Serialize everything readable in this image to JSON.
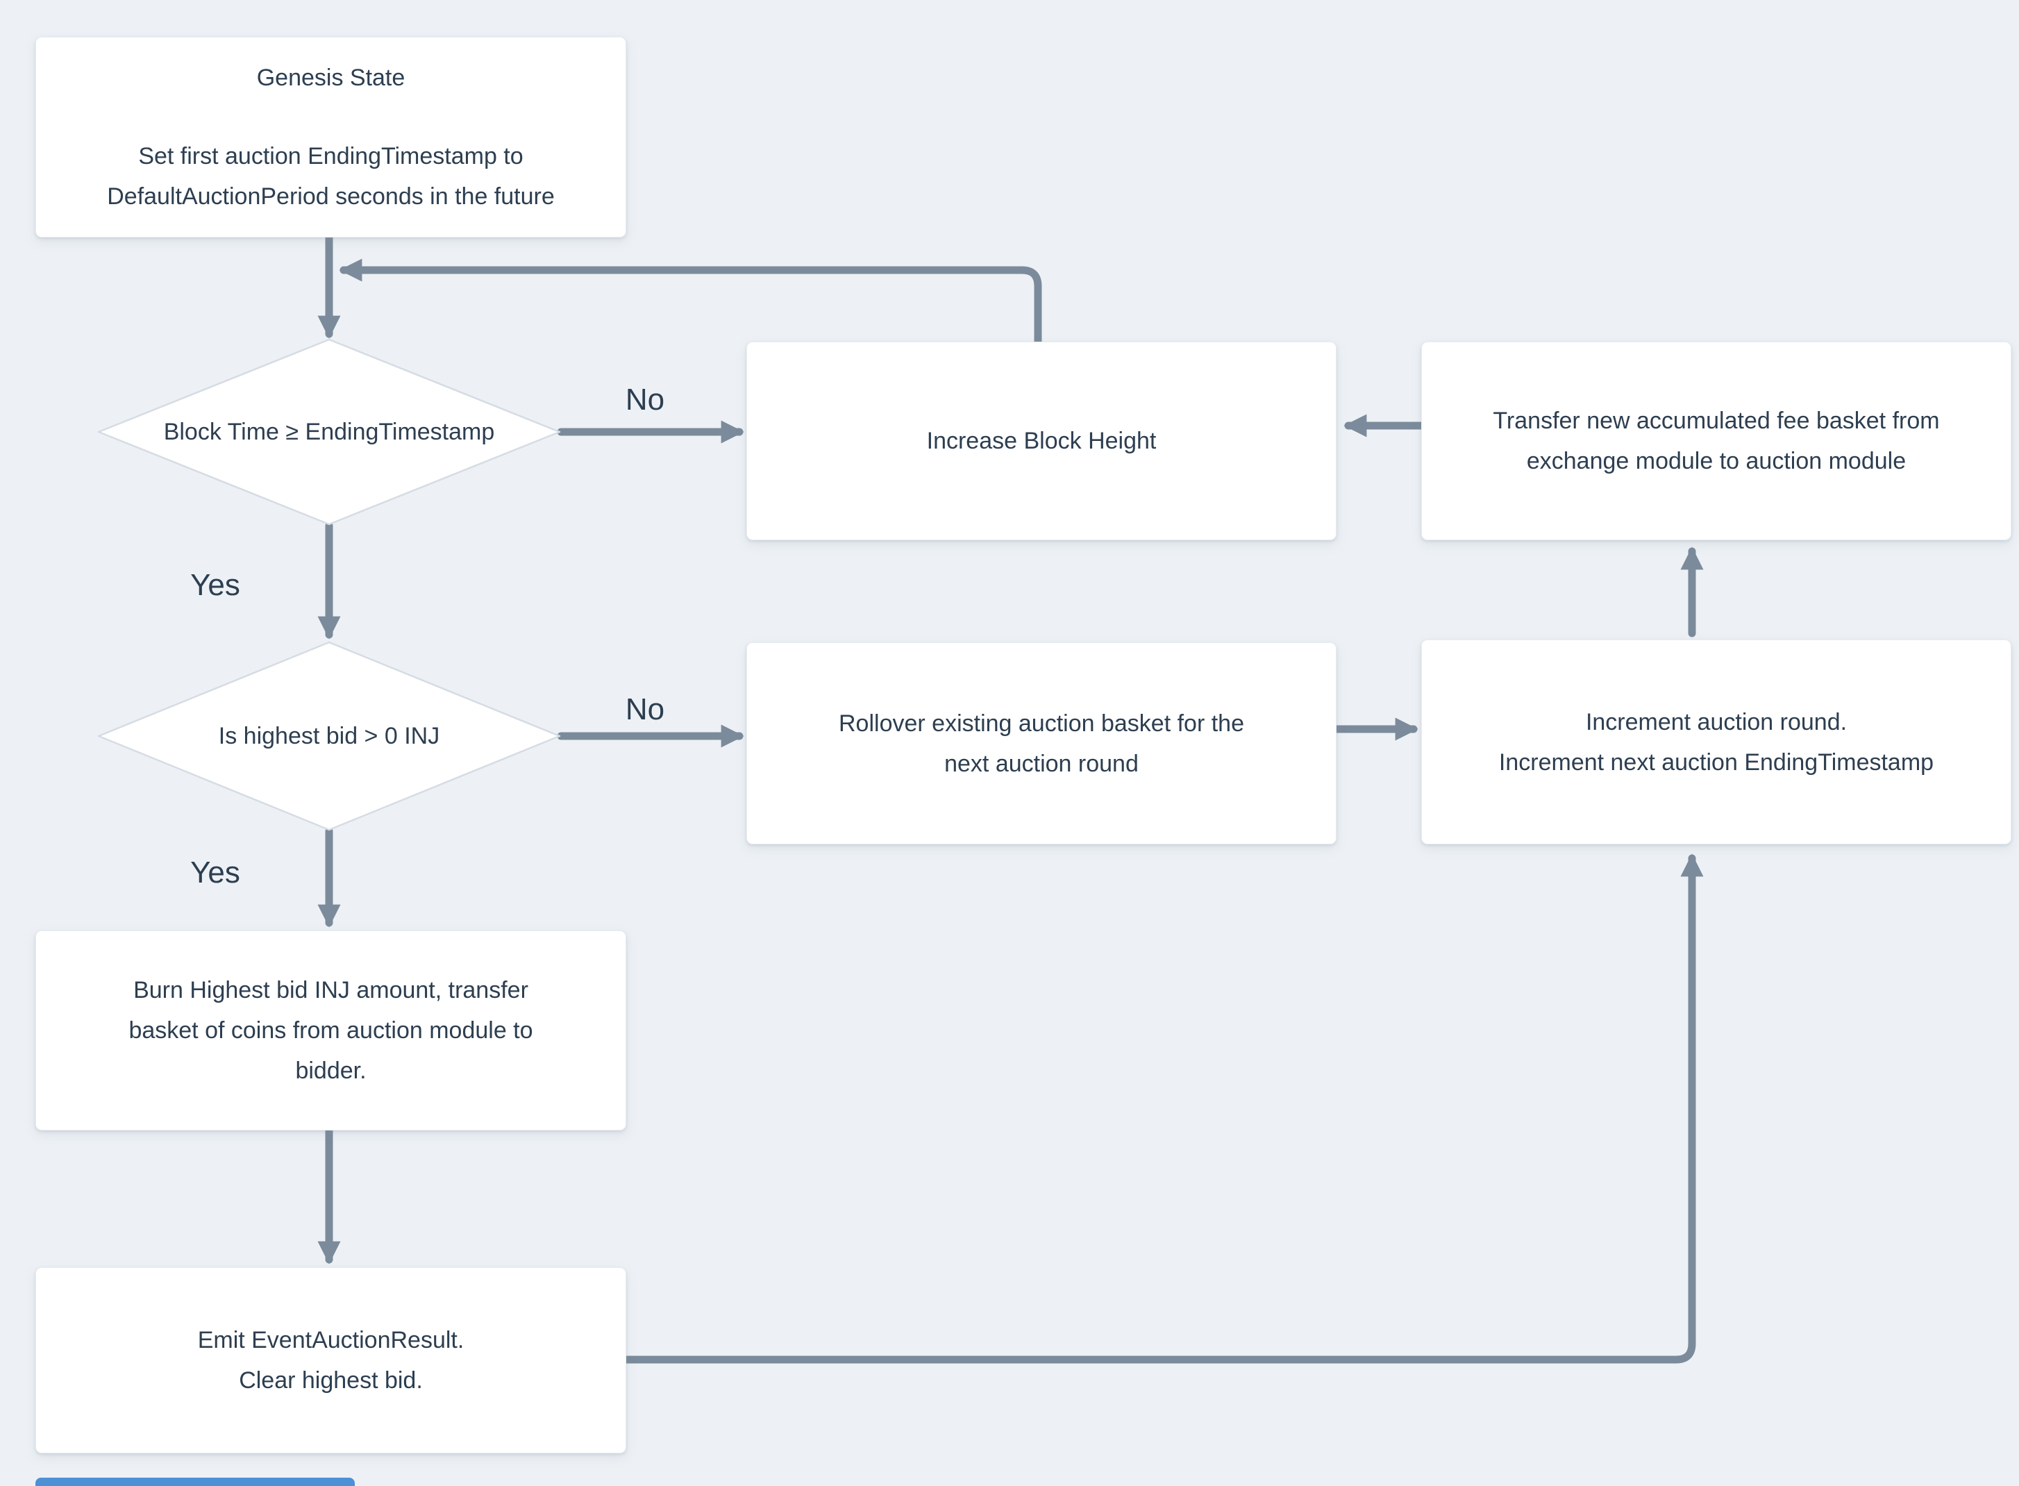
{
  "diagram": {
    "colors": {
      "background": "#edf1f5",
      "node_fill": "#ffffff",
      "node_text": "#2d3e50",
      "arrow": "#7b8b9b",
      "diamond_border": "#d6dce3",
      "partial_element_blue": "#4d90d6"
    },
    "nodes": {
      "genesis": {
        "title": "Genesis State",
        "lines": [
          "Set first auction EndingTimestamp to",
          "DefaultAuctionPeriod seconds in the future"
        ]
      },
      "decision_block_time": {
        "label": "Block Time ≥ EndingTimestamp"
      },
      "increase_block_height": {
        "label": "Increase Block Height"
      },
      "transfer_fee_basket": {
        "lines": [
          "Transfer new accumulated fee basket from",
          "exchange module to auction module"
        ]
      },
      "decision_highest_bid": {
        "label": "Is highest bid > 0 INJ"
      },
      "rollover_basket": {
        "lines": [
          "Rollover existing auction basket for the",
          "next auction round"
        ]
      },
      "increment_round": {
        "lines": [
          "Increment auction round.",
          "Increment next auction EndingTimestamp"
        ]
      },
      "burn_bid": {
        "lines": [
          "Burn Highest bid INJ amount, transfer",
          "basket of coins from auction module to",
          "bidder."
        ]
      },
      "emit_event": {
        "lines": [
          "Emit EventAuctionResult.",
          "Clear highest bid."
        ]
      }
    },
    "edge_labels": {
      "no_1": "No",
      "yes_1": "Yes",
      "no_2": "No",
      "yes_2": "Yes"
    }
  }
}
